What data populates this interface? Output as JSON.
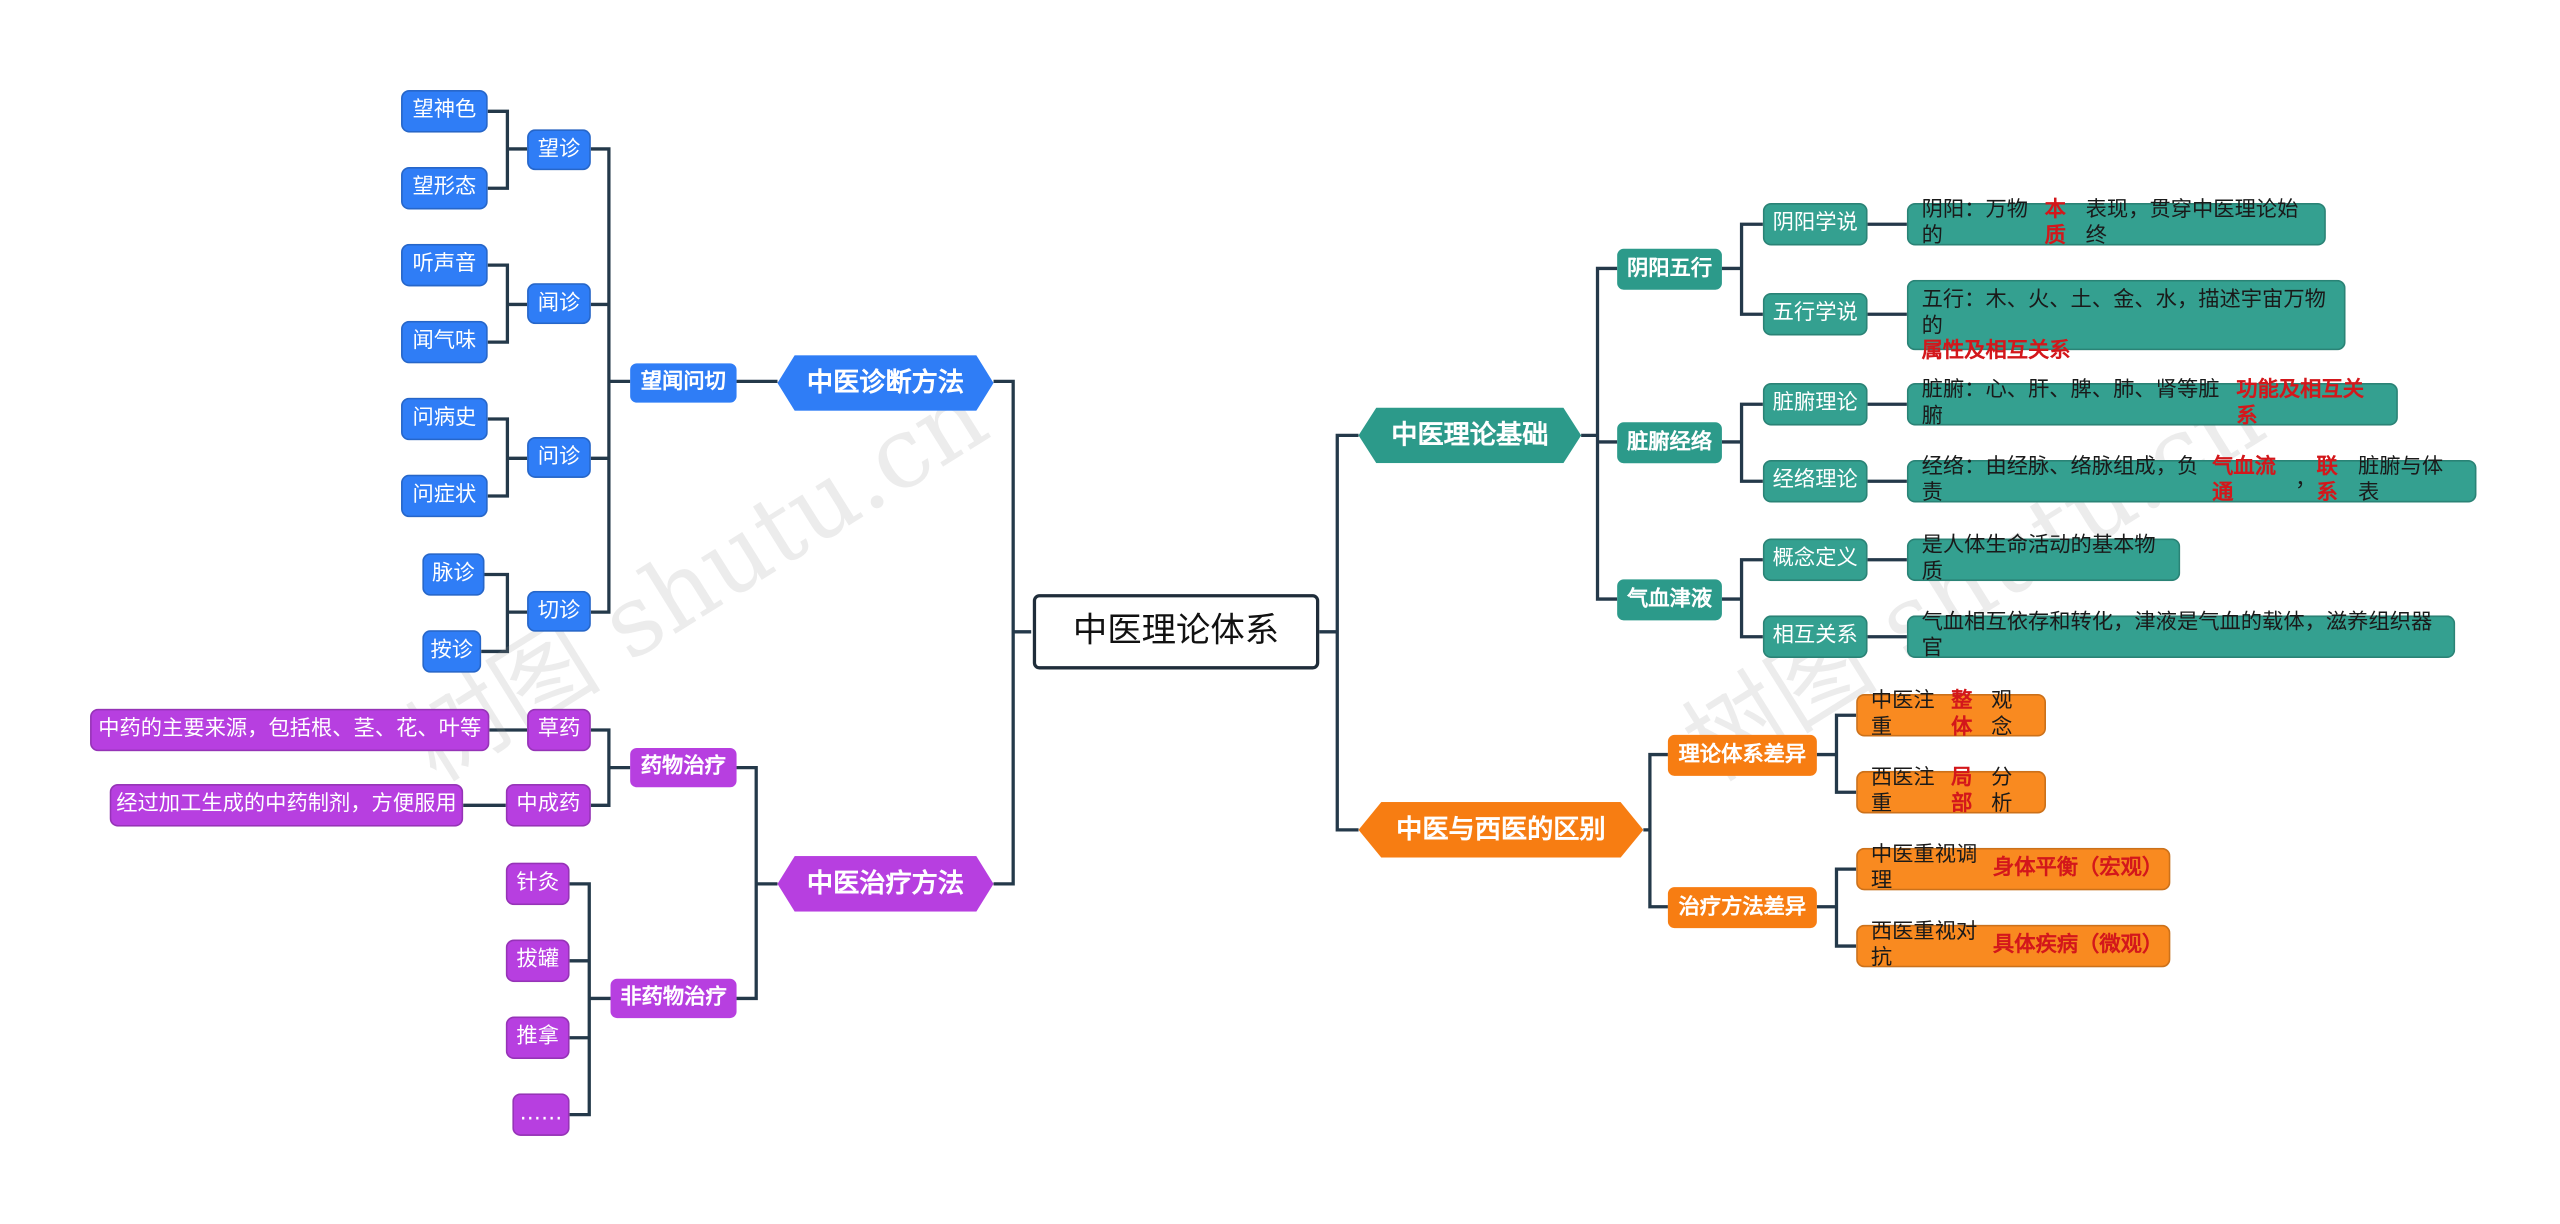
{
  "root": "中医理论体系",
  "watermark": "树图 shutu.cn",
  "branches": {
    "diagnosis": {
      "label": "中医诊断方法",
      "group": "望闻问切",
      "wang": {
        "label": "望诊",
        "items": [
          "望神色",
          "望形态"
        ]
      },
      "wen_listen": {
        "label": "闻诊",
        "items": [
          "听声音",
          "闻气味"
        ]
      },
      "wen_ask": {
        "label": "问诊",
        "items": [
          "问病史",
          "问症状"
        ]
      },
      "qie": {
        "label": "切诊",
        "items": [
          "脉诊",
          "按诊"
        ]
      }
    },
    "treatment": {
      "label": "中医治疗方法",
      "drug": {
        "label": "药物治疗",
        "herb": {
          "label": "草药",
          "desc": "中药的主要来源，包括根、茎、花、叶等"
        },
        "patent": {
          "label": "中成药",
          "desc": "经过加工生成的中药制剂，方便服用"
        }
      },
      "nondrug": {
        "label": "非药物治疗",
        "items": [
          "针灸",
          "拔罐",
          "推拿",
          "……"
        ]
      }
    },
    "basics": {
      "label": "中医理论基础",
      "yinyang": {
        "label": "阴阳五行",
        "yy_theory": {
          "label": "阴阳学说",
          "desc_a": "阴阳：万物的",
          "desc_em": "本质",
          "desc_b": "表现，贯穿中医理论始终"
        },
        "wx_theory": {
          "label": "五行学说",
          "desc_a": "五行：木、火、土、金、水，描述宇宙万物的",
          "desc_em": "属性及相互关系"
        }
      },
      "organs": {
        "label": "脏腑经络",
        "zf_theory": {
          "label": "脏腑理论",
          "desc_a": "脏腑：心、肝、脾、肺、肾等脏腑",
          "desc_em": "功能及相互关系"
        },
        "jl_theory": {
          "label": "经络理论",
          "desc_a": "经络：由经脉、络脉组成，负责",
          "desc_em1": "气血流通",
          "desc_b": "，",
          "desc_em2": "联系",
          "desc_c": "脏腑与体表"
        }
      },
      "qixue": {
        "label": "气血津液",
        "concept": {
          "label": "概念定义",
          "desc": "是人体生命活动的基本物质"
        },
        "relation": {
          "label": "相互关系",
          "desc": "气血相互依存和转化，津液是气血的载体，滋养组织器官"
        }
      }
    },
    "compare": {
      "label": "中医与西医的区别",
      "theory": {
        "label": "理论体系差异",
        "tcm": {
          "a": "中医注重",
          "em": "整体",
          "b": "观念"
        },
        "western": {
          "a": "西医注重",
          "em": "局部",
          "b": "分析"
        }
      },
      "method": {
        "label": "治疗方法差异",
        "tcm": {
          "a": "中医重视调理",
          "em": "身体平衡（宏观）"
        },
        "western": {
          "a": "西医重视对抗",
          "em": "具体疾病（微观）"
        }
      }
    }
  },
  "colors": {
    "line": "#24394a",
    "diagnosis": "#2f7df6",
    "treatment": "#b73fe0",
    "basics": "#2c9a8a",
    "compare": "#f77d12",
    "emphasis": "#d3171b"
  }
}
